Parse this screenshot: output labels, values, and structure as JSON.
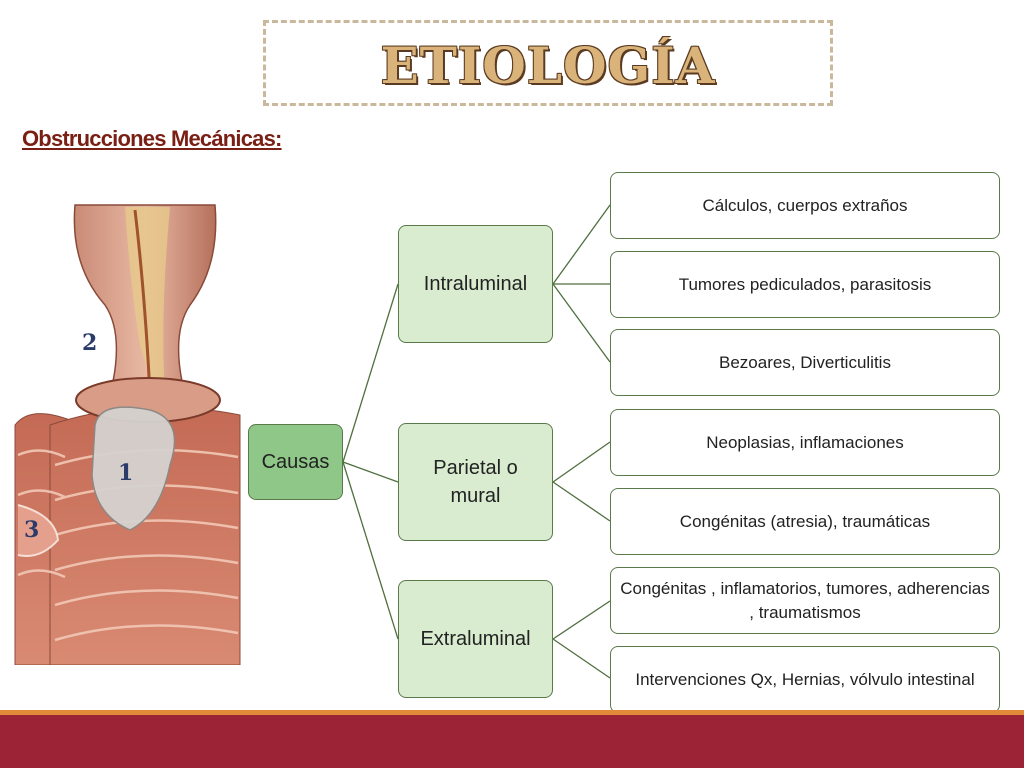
{
  "title": "ETIOLOGÍA",
  "subtitle": "Obstrucciones Mecánicas:",
  "illustration": {
    "labels": [
      "1",
      "2",
      "3"
    ]
  },
  "diagram": {
    "root": "Causas",
    "groups": [
      {
        "label": "Intraluminal",
        "items": [
          "Cálculos, cuerpos extraños",
          "Tumores pediculados, parasitosis",
          "Bezoares, Diverticulitis"
        ]
      },
      {
        "label": "Parietal o mural",
        "items": [
          "Neoplasias, inflamaciones",
          "Congénitas (atresia), traumáticas"
        ]
      },
      {
        "label": "Extraluminal",
        "items": [
          "Congénitas , inflamatorios, tumores, adherencias , traumatismos",
          "Intervenciones  Qx, Hernias, vólvulo intestinal"
        ]
      }
    ]
  },
  "colors": {
    "root_fill": "#8fc788",
    "group_fill": "#d9ecd0",
    "connector": "#4f6f3f",
    "footer": "#9b2335",
    "footer_accent": "#e08a3a",
    "subtitle": "#7a1f14"
  }
}
